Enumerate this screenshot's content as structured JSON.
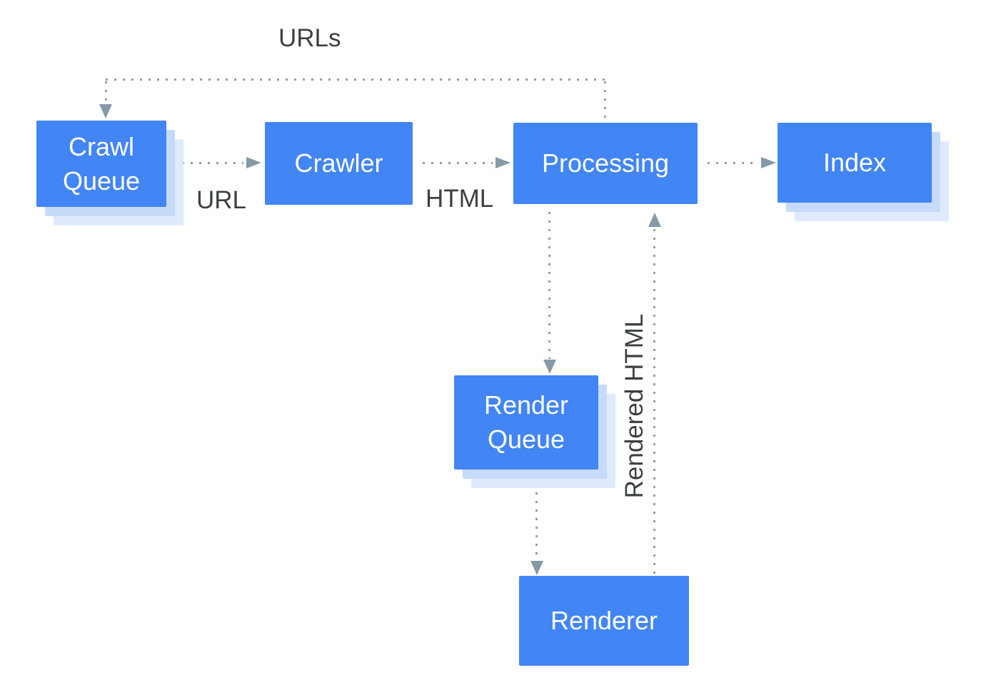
{
  "diagram": {
    "nodes": [
      {
        "id": "crawl-queue",
        "label": "Crawl Queue",
        "shadow": true
      },
      {
        "id": "crawler",
        "label": "Crawler",
        "shadow": false
      },
      {
        "id": "processing",
        "label": "Processing",
        "shadow": false
      },
      {
        "id": "index",
        "label": "Index",
        "shadow": true
      },
      {
        "id": "render-queue",
        "label": "Render Queue",
        "shadow": true
      },
      {
        "id": "renderer",
        "label": "Renderer",
        "shadow": false
      }
    ],
    "edges": [
      {
        "from": "processing",
        "to": "crawl-queue",
        "label": "URLs",
        "style": "dotted"
      },
      {
        "from": "crawl-queue",
        "to": "crawler",
        "label": "URL",
        "style": "dotted"
      },
      {
        "from": "crawler",
        "to": "processing",
        "label": "HTML",
        "style": "dotted"
      },
      {
        "from": "processing",
        "to": "index",
        "label": "",
        "style": "dotted"
      },
      {
        "from": "processing",
        "to": "render-queue",
        "label": "",
        "style": "dotted"
      },
      {
        "from": "render-queue",
        "to": "renderer",
        "label": "",
        "style": "dotted"
      },
      {
        "from": "renderer",
        "to": "processing",
        "label": "Rendered HTML",
        "style": "dotted"
      }
    ],
    "edge_labels": {
      "urls": "URLs",
      "url": "URL",
      "html": "HTML",
      "rendered_html": "Rendered HTML"
    },
    "colors": {
      "node_fill": "#4285f4",
      "node_text": "#ffffff",
      "shadow_inner": "#c6daf9",
      "shadow_outer": "#dfeafd",
      "connector": "#8ca1ad",
      "label_text": "#3c4043",
      "background": "#ffffff"
    }
  }
}
